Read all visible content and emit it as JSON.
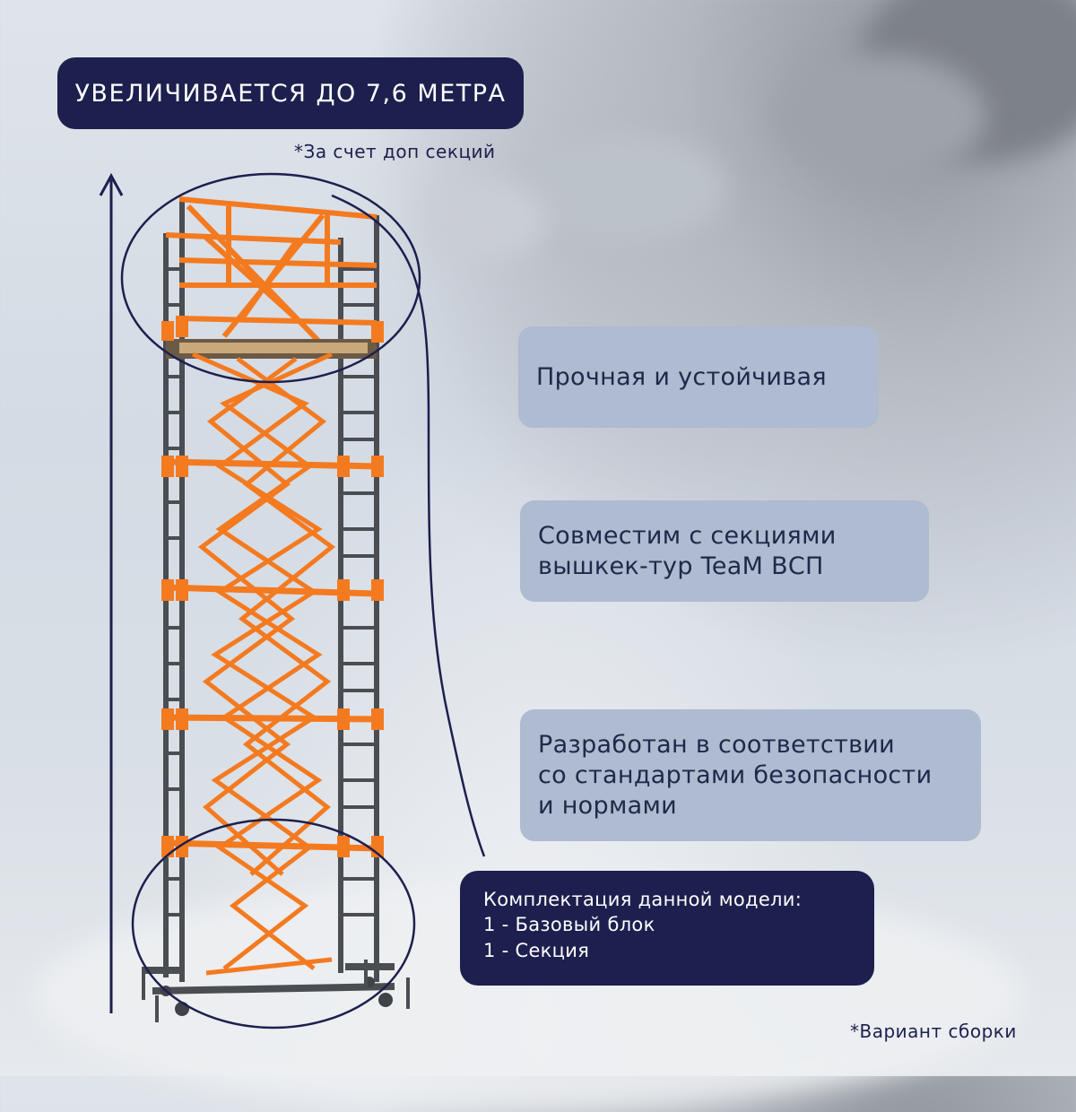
{
  "header": {
    "title": "УВЕЛИЧИВАЕТСЯ ДО 7,6 МЕТРА",
    "footnote": "*За счет доп секций"
  },
  "features": [
    {
      "text": "Прочная и устойчивая"
    },
    {
      "text": "Совместим с секциями\nвышкек-тур TeaM ВСП"
    },
    {
      "text": "Разработан в соответствии\nсо стандартами безопасности\nи нормами"
    }
  ],
  "kit": {
    "title": "Комплектация данной модели:",
    "items": [
      "1 - Базовый блок",
      "1 - Секция"
    ]
  },
  "footer": {
    "note": "*Вариант сборки"
  },
  "colors": {
    "navy": "#1d1f4e",
    "panel": "#aebbd0",
    "scaffold_orange": "#f47a20",
    "scaffold_frame": "#4a4d52"
  },
  "icons": [
    "height-arrow-icon",
    "scaffold-tower-image"
  ]
}
